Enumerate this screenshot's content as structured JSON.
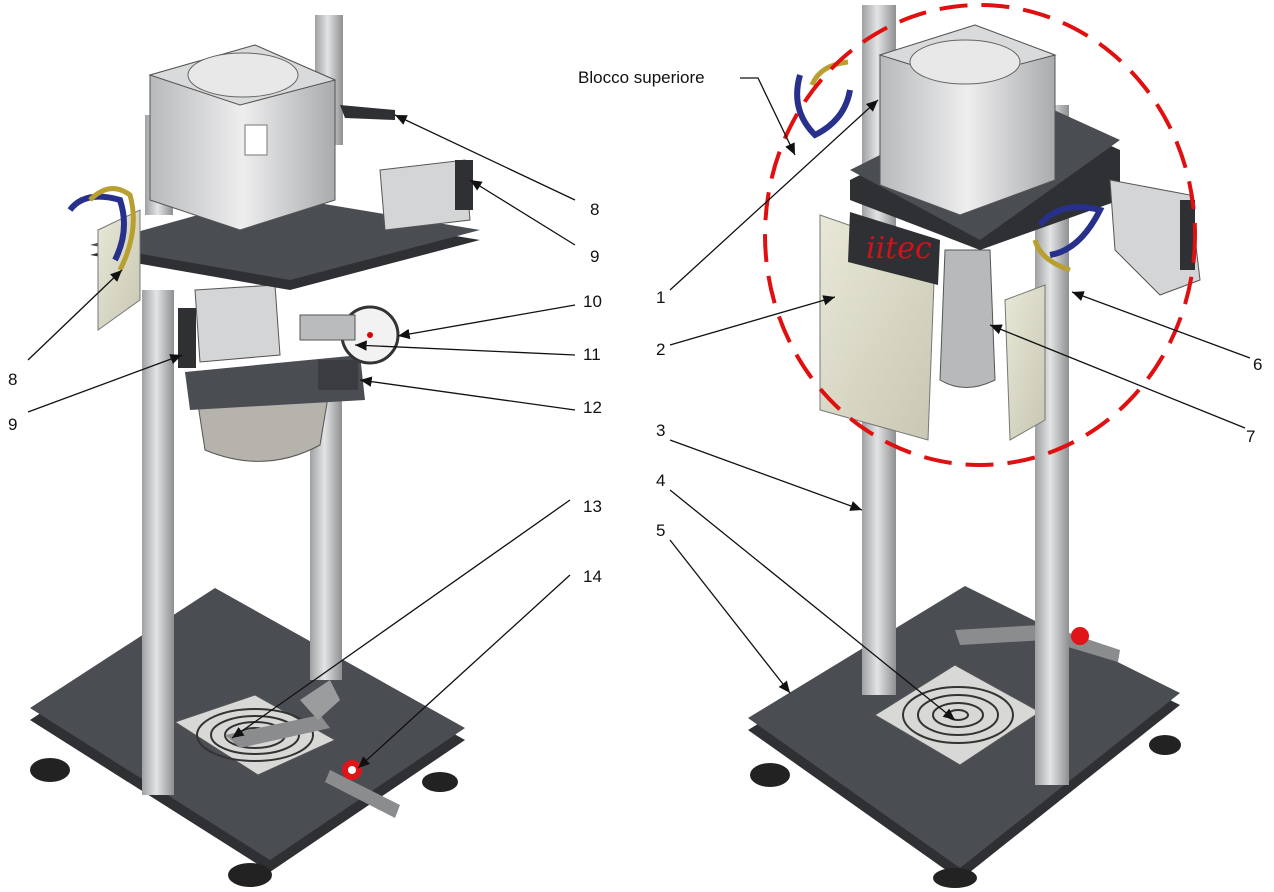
{
  "title_label": "Blocco superiore",
  "logo_text": "iitec",
  "left_view": {
    "callouts": [
      "8",
      "9",
      "10",
      "11",
      "12",
      "13",
      "14",
      "8",
      "9"
    ]
  },
  "right_view": {
    "callouts": [
      "1",
      "2",
      "3",
      "4",
      "5",
      "6",
      "7"
    ]
  },
  "colors": {
    "plate": "#4a4d52",
    "plate_dark": "#2e3034",
    "metal": "#c9cacb",
    "metal_light": "#e4e5e6",
    "shield": "#d9d8c6",
    "highlight_circle": "#e01010",
    "knob": "#e0151a",
    "hose_blue": "#27308a",
    "hose_yellow": "#b8a030"
  }
}
